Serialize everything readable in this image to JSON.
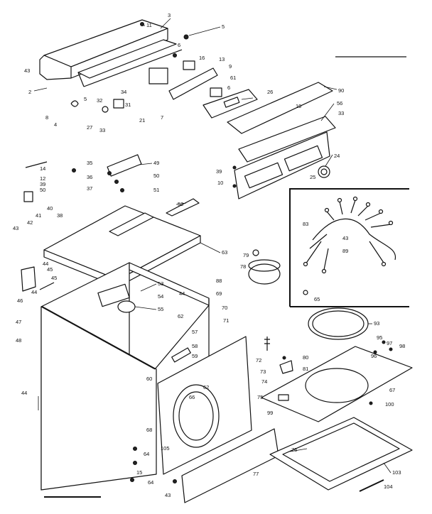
{
  "callouts": [
    {
      "id": "c11",
      "text": "11"
    },
    {
      "id": "c3a",
      "text": "3"
    },
    {
      "id": "c5a",
      "text": "5"
    },
    {
      "id": "c43a",
      "text": "43"
    },
    {
      "id": "c2",
      "text": "2"
    },
    {
      "id": "c6a",
      "text": "6"
    },
    {
      "id": "c5b",
      "text": "5"
    },
    {
      "id": "c8",
      "text": "8"
    },
    {
      "id": "c4",
      "text": "4"
    },
    {
      "id": "c27",
      "text": "27"
    },
    {
      "id": "c32",
      "text": "32"
    },
    {
      "id": "c33a",
      "text": "33"
    },
    {
      "id": "c34",
      "text": "34"
    },
    {
      "id": "c31",
      "text": "31"
    },
    {
      "id": "c21",
      "text": "21"
    },
    {
      "id": "c7",
      "text": "7"
    },
    {
      "id": "c16",
      "text": "16"
    },
    {
      "id": "c13",
      "text": "13"
    },
    {
      "id": "c9",
      "text": "9"
    },
    {
      "id": "c61",
      "text": "61"
    },
    {
      "id": "c6b",
      "text": "6"
    },
    {
      "id": "c26",
      "text": "26"
    },
    {
      "id": "c90",
      "text": "90"
    },
    {
      "id": "c19",
      "text": "19"
    },
    {
      "id": "c56",
      "text": "56"
    },
    {
      "id": "c33b",
      "text": "33"
    },
    {
      "id": "c24",
      "text": "24"
    },
    {
      "id": "c25",
      "text": "25"
    },
    {
      "id": "c39",
      "text": "39"
    },
    {
      "id": "c10",
      "text": "10"
    },
    {
      "id": "c14",
      "text": "14"
    },
    {
      "id": "c12",
      "text": "12"
    },
    {
      "id": "c39b",
      "text": "39"
    },
    {
      "id": "c50a",
      "text": "50"
    },
    {
      "id": "c35",
      "text": "35"
    },
    {
      "id": "c49",
      "text": "49"
    },
    {
      "id": "c36",
      "text": "36"
    },
    {
      "id": "c50b",
      "text": "50"
    },
    {
      "id": "c37",
      "text": "37"
    },
    {
      "id": "c51",
      "text": "51"
    },
    {
      "id": "c52",
      "text": "52"
    },
    {
      "id": "c40",
      "text": "40"
    },
    {
      "id": "c38",
      "text": "38"
    },
    {
      "id": "c41",
      "text": "41"
    },
    {
      "id": "c42",
      "text": "42"
    },
    {
      "id": "c43b",
      "text": "43"
    },
    {
      "id": "c45a",
      "text": "45"
    },
    {
      "id": "c63",
      "text": "63"
    },
    {
      "id": "c83",
      "text": "83"
    },
    {
      "id": "c43c",
      "text": "43"
    },
    {
      "id": "c89",
      "text": "89"
    },
    {
      "id": "c65",
      "text": "65"
    },
    {
      "id": "c79",
      "text": "79"
    },
    {
      "id": "c78",
      "text": "78"
    },
    {
      "id": "c88",
      "text": "88"
    },
    {
      "id": "c44a",
      "text": "44"
    },
    {
      "id": "c45b",
      "text": "45"
    },
    {
      "id": "c44b",
      "text": "44"
    },
    {
      "id": "c46",
      "text": "46"
    },
    {
      "id": "c47",
      "text": "47"
    },
    {
      "id": "c53",
      "text": "53"
    },
    {
      "id": "c54",
      "text": "54"
    },
    {
      "id": "c55",
      "text": "55"
    },
    {
      "id": "c44c",
      "text": "44"
    },
    {
      "id": "c69",
      "text": "69"
    },
    {
      "id": "c70",
      "text": "70"
    },
    {
      "id": "c62a",
      "text": "62"
    },
    {
      "id": "c71",
      "text": "71"
    },
    {
      "id": "c93",
      "text": "93"
    },
    {
      "id": "c48",
      "text": "48"
    },
    {
      "id": "c57",
      "text": "57"
    },
    {
      "id": "c58",
      "text": "58"
    },
    {
      "id": "c59",
      "text": "59"
    },
    {
      "id": "c72",
      "text": "72"
    },
    {
      "id": "c80",
      "text": "80"
    },
    {
      "id": "c73",
      "text": "73"
    },
    {
      "id": "c81",
      "text": "81"
    },
    {
      "id": "c74",
      "text": "74"
    },
    {
      "id": "c95",
      "text": "95"
    },
    {
      "id": "c97",
      "text": "97"
    },
    {
      "id": "c98",
      "text": "98"
    },
    {
      "id": "c96",
      "text": "96"
    },
    {
      "id": "c67",
      "text": "67"
    },
    {
      "id": "c60",
      "text": "60"
    },
    {
      "id": "c62b",
      "text": "62"
    },
    {
      "id": "c66",
      "text": "66"
    },
    {
      "id": "c75",
      "text": "75"
    },
    {
      "id": "c99",
      "text": "99"
    },
    {
      "id": "c100",
      "text": "100"
    },
    {
      "id": "c44d",
      "text": "44"
    },
    {
      "id": "c68",
      "text": "68"
    },
    {
      "id": "c105",
      "text": "105"
    },
    {
      "id": "c64a",
      "text": "64"
    },
    {
      "id": "c76",
      "text": "76"
    },
    {
      "id": "c15",
      "text": "15"
    },
    {
      "id": "c103",
      "text": "103"
    },
    {
      "id": "c77",
      "text": "77"
    },
    {
      "id": "c64b",
      "text": "64"
    },
    {
      "id": "c43d",
      "text": "43"
    },
    {
      "id": "c104",
      "text": "104"
    }
  ]
}
